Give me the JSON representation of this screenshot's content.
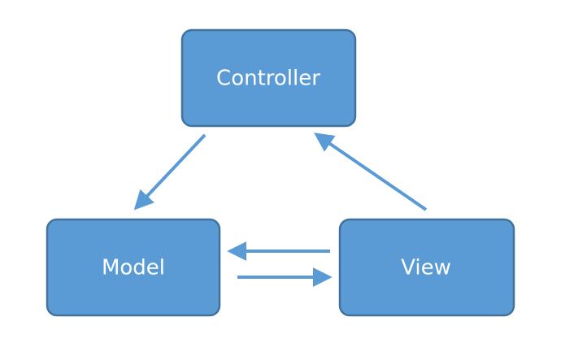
{
  "diagram": {
    "nodes": {
      "controller": {
        "label": "Controller"
      },
      "model": {
        "label": "Model"
      },
      "view": {
        "label": "View"
      }
    },
    "edges": [
      {
        "from": "controller",
        "to": "model"
      },
      {
        "from": "view",
        "to": "controller"
      },
      {
        "from": "view",
        "to": "model"
      },
      {
        "from": "model",
        "to": "view"
      }
    ]
  },
  "colors": {
    "box_fill": "#5b9bd5",
    "box_border": "#41719c",
    "arrow": "#5b9bd5",
    "text": "#ffffff"
  }
}
